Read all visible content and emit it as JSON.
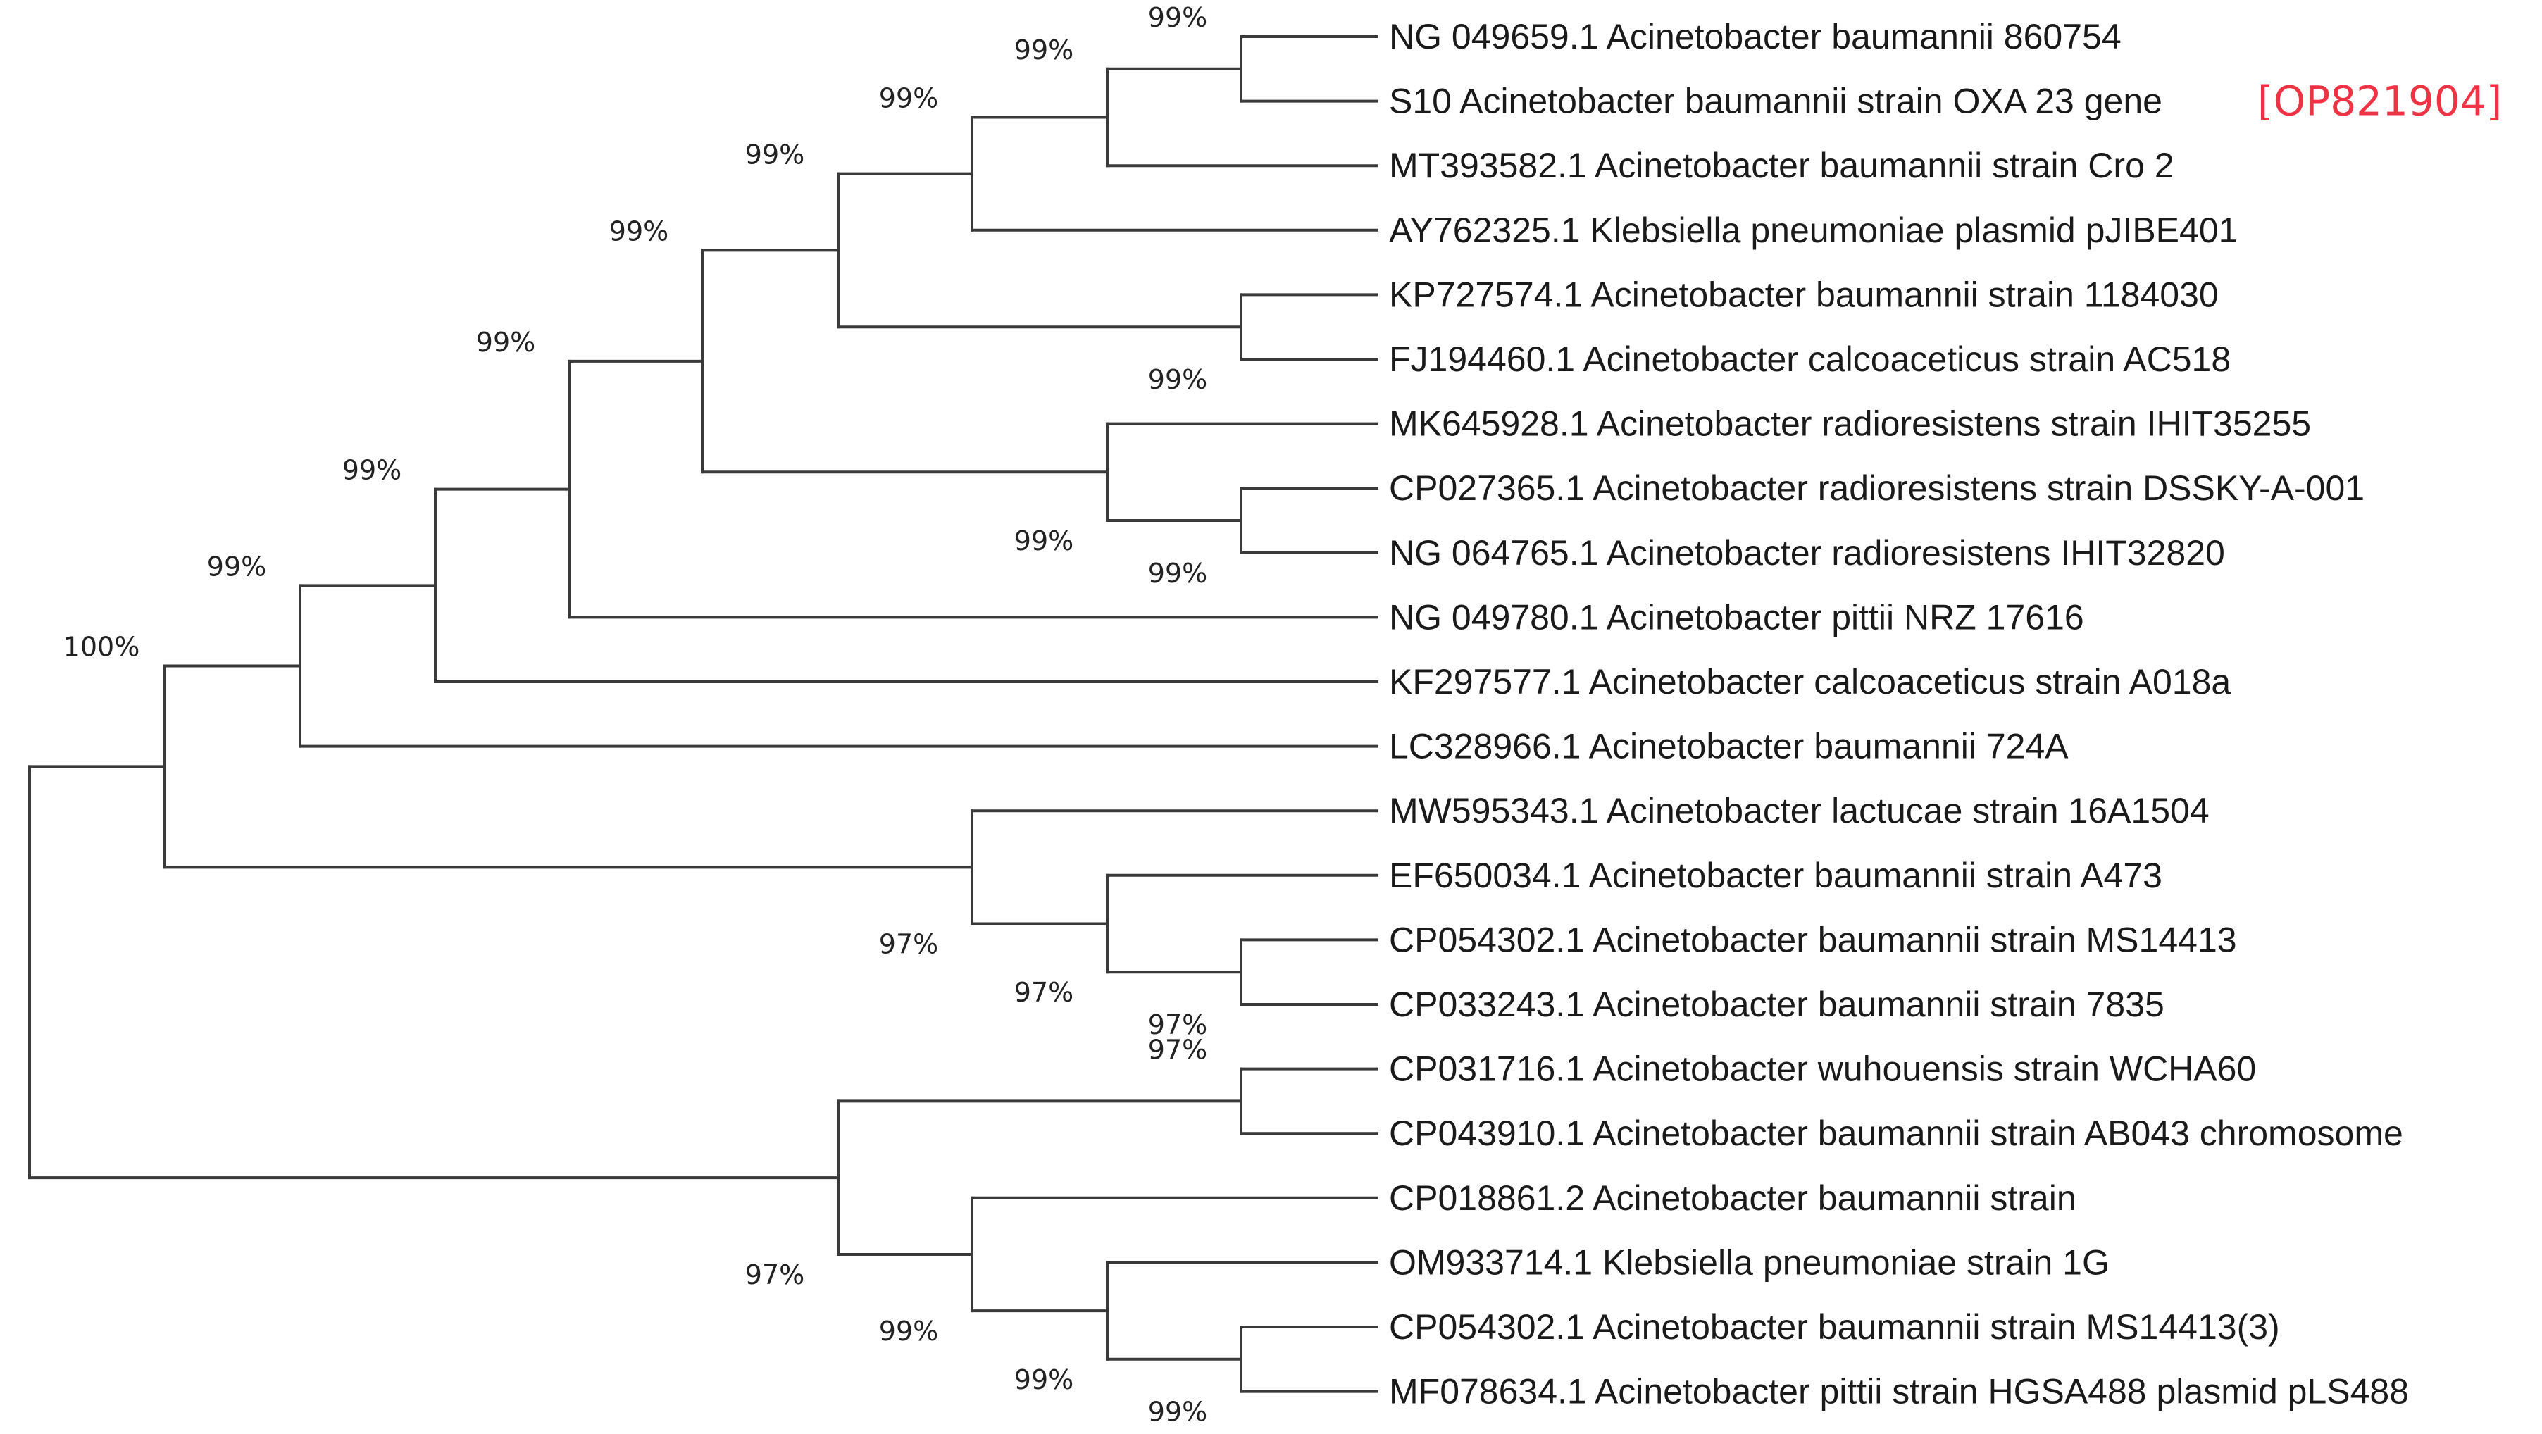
{
  "colors": {
    "branch": "#3a3a3a",
    "label": "#1a1a1a",
    "accession": "#ee3344"
  },
  "taxa": [
    "NG 049659.1 Acinetobacter baumannii 860754",
    "S10 Acinetobacter baumannii strain OXA 23 gene",
    "MT393582.1 Acinetobacter baumannii strain Cro 2",
    "AY762325.1 Klebsiella pneumoniae plasmid pJIBE401",
    "KP727574.1 Acinetobacter baumannii strain 1184030",
    "FJ194460.1 Acinetobacter calcoaceticus strain AC518",
    "MK645928.1 Acinetobacter radioresistens strain IHIT35255",
    "CP027365.1 Acinetobacter radioresistens strain DSSKY-A-001",
    "NG 064765.1 Acinetobacter radioresistens IHIT32820",
    "NG 049780.1 Acinetobacter pittii NRZ 17616",
    "KF297577.1 Acinetobacter calcoaceticus strain A018a",
    "LC328966.1 Acinetobacter baumannii 724A",
    "MW595343.1 Acinetobacter lactucae strain 16A1504",
    "EF650034.1 Acinetobacter baumannii strain A473",
    "CP054302.1 Acinetobacter baumannii strain MS14413",
    "CP033243.1 Acinetobacter baumannii strain 7835",
    "CP031716.1 Acinetobacter wuhouensis strain WCHA60",
    "CP043910.1 Acinetobacter baumannii strain AB043 chromosome",
    "CP018861.2 Acinetobacter baumannii strain",
    "OM933714.1 Klebsiella pneumoniae strain 1G",
    "CP054302.1 Acinetobacter baumannii strain MS14413(3)",
    "MF078634.1 Acinetobacter pittii strain HGSA488 plasmid pLS488"
  ],
  "highlight": {
    "taxon_index": 1,
    "accession": "[OP821904]"
  },
  "nodes": [
    {
      "id": "n1",
      "children": [
        "t0",
        "t1"
      ],
      "support": "99%"
    },
    {
      "id": "n2",
      "children": [
        "n1",
        "t2"
      ],
      "support": "99%"
    },
    {
      "id": "n3",
      "children": [
        "n2",
        "t3"
      ],
      "support": "99%"
    },
    {
      "id": "n4",
      "children": [
        "t4",
        "t5"
      ],
      "support": "99%"
    },
    {
      "id": "n5",
      "children": [
        "n3",
        "n4"
      ],
      "support": "99%"
    },
    {
      "id": "n6",
      "children": [
        "t7",
        "t8"
      ],
      "support": "99%"
    },
    {
      "id": "n7",
      "children": [
        "t6",
        "n6"
      ],
      "support": "99%"
    },
    {
      "id": "n8",
      "children": [
        "n5",
        "n7"
      ],
      "support": "99%"
    },
    {
      "id": "n9",
      "children": [
        "n8",
        "t9"
      ],
      "support": "99%"
    },
    {
      "id": "n10",
      "children": [
        "n9",
        "t10"
      ],
      "support": "99%"
    },
    {
      "id": "n11",
      "children": [
        "n10",
        "t11"
      ],
      "support": "99%"
    },
    {
      "id": "n12",
      "children": [
        "t14",
        "t15"
      ],
      "support": "97%"
    },
    {
      "id": "n13",
      "children": [
        "t13",
        "n12"
      ],
      "support": "97%"
    },
    {
      "id": "n14",
      "children": [
        "t12",
        "n13"
      ],
      "support": "97%"
    },
    {
      "id": "n15",
      "children": [
        "n11",
        "n14"
      ],
      "support": "100%"
    },
    {
      "id": "n16",
      "children": [
        "t16",
        "t17"
      ],
      "support": "97%"
    },
    {
      "id": "n17",
      "children": [
        "t20",
        "t21"
      ],
      "support": "99%"
    },
    {
      "id": "n18",
      "children": [
        "t19",
        "n17"
      ],
      "support": "99%"
    },
    {
      "id": "n19",
      "children": [
        "t18",
        "n18"
      ],
      "support": "99%"
    },
    {
      "id": "n20",
      "children": [
        "n16",
        "n19"
      ],
      "support": "97%"
    },
    {
      "id": "root",
      "children": [
        "n15",
        "n20"
      ],
      "support": "97%"
    }
  ]
}
